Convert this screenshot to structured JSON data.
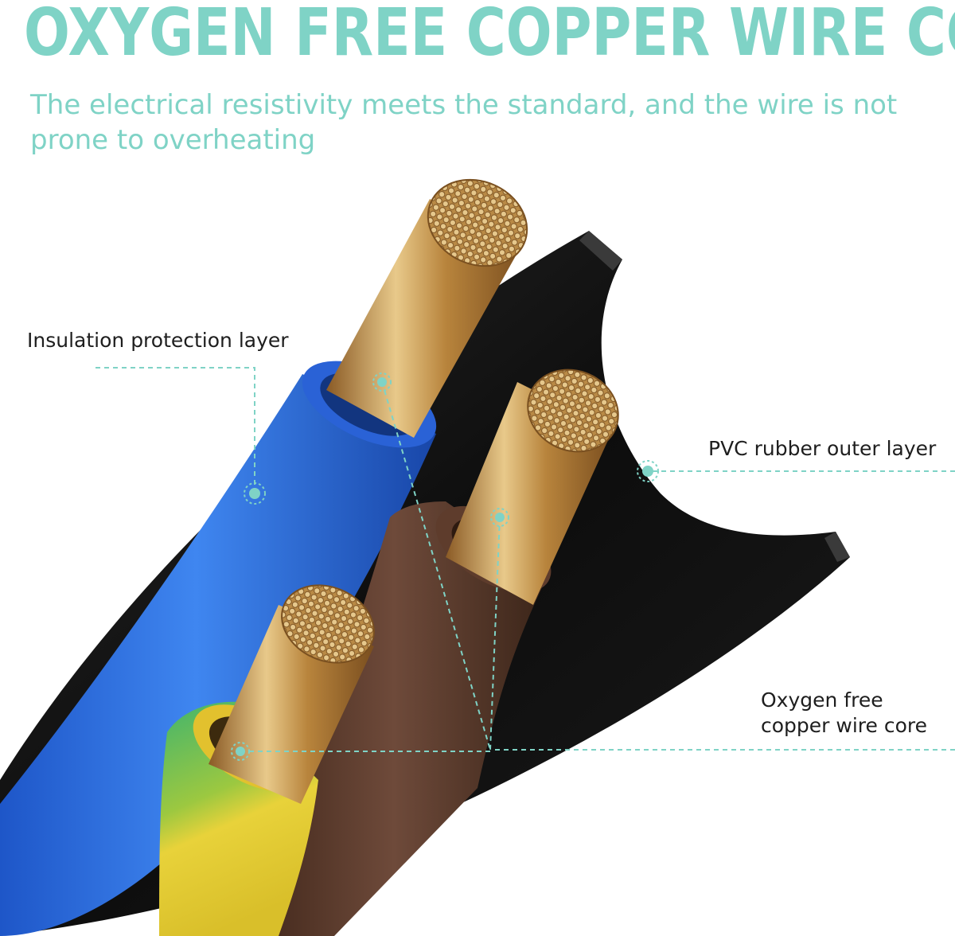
{
  "header": {
    "title": "OXYGEN FREE COPPER WIRE CORE",
    "subtitle": "The electrical resistivity meets the standard, and the wire is not prone to overheating"
  },
  "callouts": {
    "insulation": "Insulation protection layer",
    "pvc": "PVC rubber outer layer",
    "core": "Oxygen free copper wire core"
  },
  "colors": {
    "accent": "#7fd3c6",
    "jacket": "#111111",
    "blue_wire": "#2f6fe0",
    "brown_wire": "#5a3a2c",
    "green_yellow_wire": "#3db07a",
    "copper": "#c99a55"
  }
}
